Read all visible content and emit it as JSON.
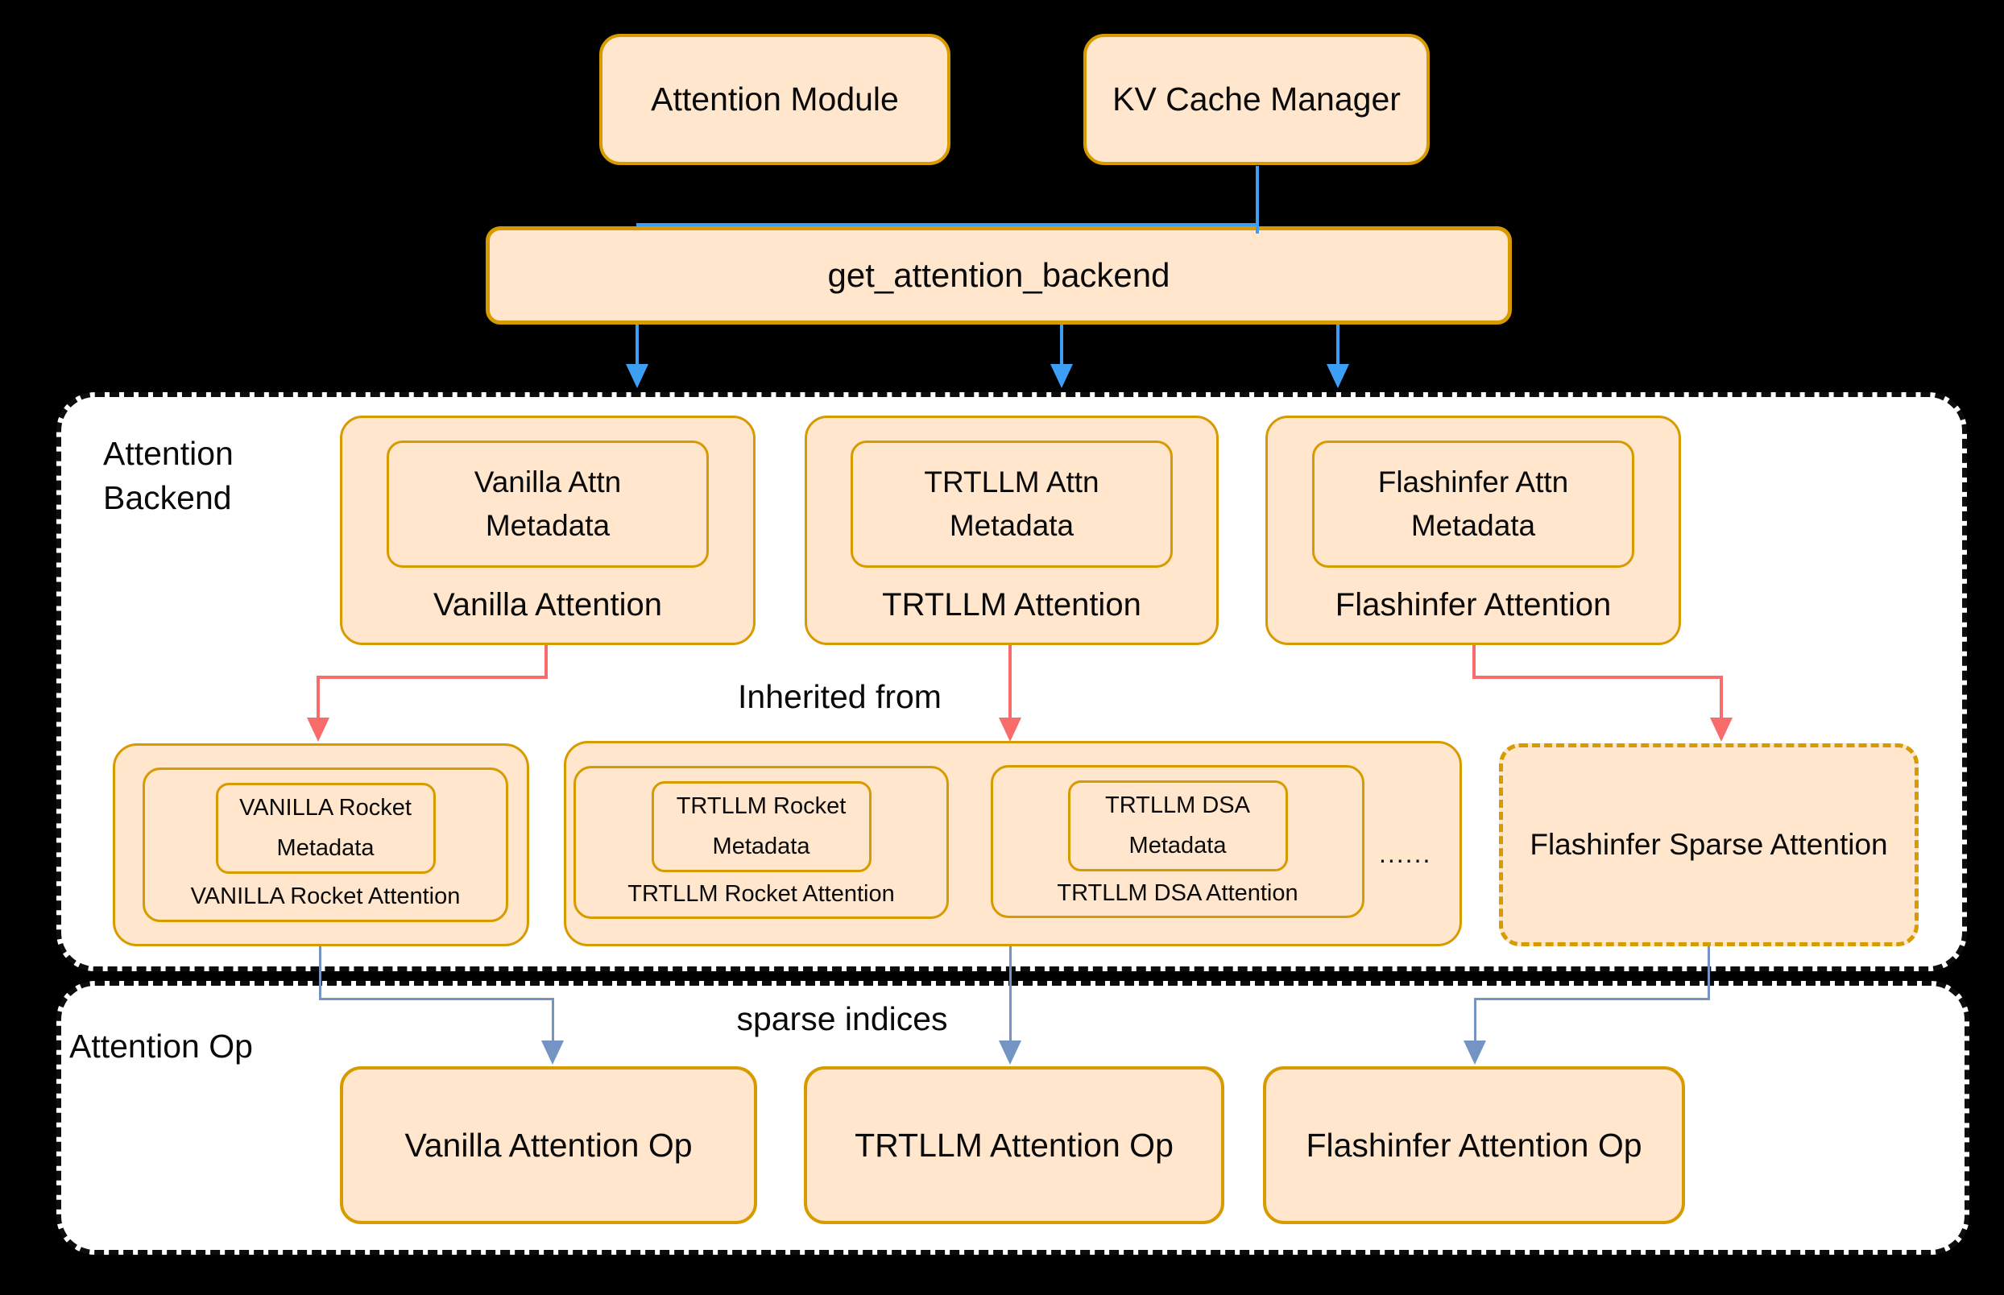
{
  "top": {
    "attention_module": "Attention Module",
    "kv_cache_manager": "KV Cache Manager",
    "get_attention_backend": "get_attention_backend"
  },
  "backend": {
    "section_label_line1": "Attention",
    "section_label_line2": "Backend",
    "inherited_from": "Inherited from",
    "vanilla": {
      "meta1": "Vanilla Attn",
      "meta2": "Metadata",
      "title": "Vanilla Attention"
    },
    "trtllm": {
      "meta1": "TRTLLM Attn",
      "meta2": "Metadata",
      "title": "TRTLLM Attention"
    },
    "flashinfer": {
      "meta1": "Flashinfer Attn",
      "meta2": "Metadata",
      "title": "Flashinfer Attention"
    }
  },
  "derived": {
    "vanilla_rocket": {
      "meta1": "VANILLA Rocket",
      "meta2": "Metadata",
      "title": "VANILLA Rocket Attention"
    },
    "trtllm_rocket": {
      "meta1": "TRTLLM Rocket",
      "meta2": "Metadata",
      "title": "TRTLLM Rocket Attention"
    },
    "trtllm_dsa": {
      "meta1": "TRTLLM DSA",
      "meta2": "Metadata",
      "title": "TRTLLM DSA Attention"
    },
    "ellipsis": "......",
    "flashinfer_sparse": "Flashinfer Sparse Attention"
  },
  "op": {
    "section_label": "Attention Op",
    "sparse_indices": "sparse indices",
    "vanilla": "Vanilla Attention Op",
    "trtllm": "TRTLLM Attention Op",
    "flashinfer": "Flashinfer Attention Op"
  },
  "colors": {
    "background": "#000000",
    "container-fill": "#ffffff",
    "container-border": "#0d0d0d",
    "node-fill": "#ffe6cc",
    "node-border": "#d79b00",
    "arrow-blue": "#3d9ef5",
    "arrow-red": "#f96c6c",
    "arrow-slate": "#7494c4",
    "text": "#0a0a0a"
  }
}
